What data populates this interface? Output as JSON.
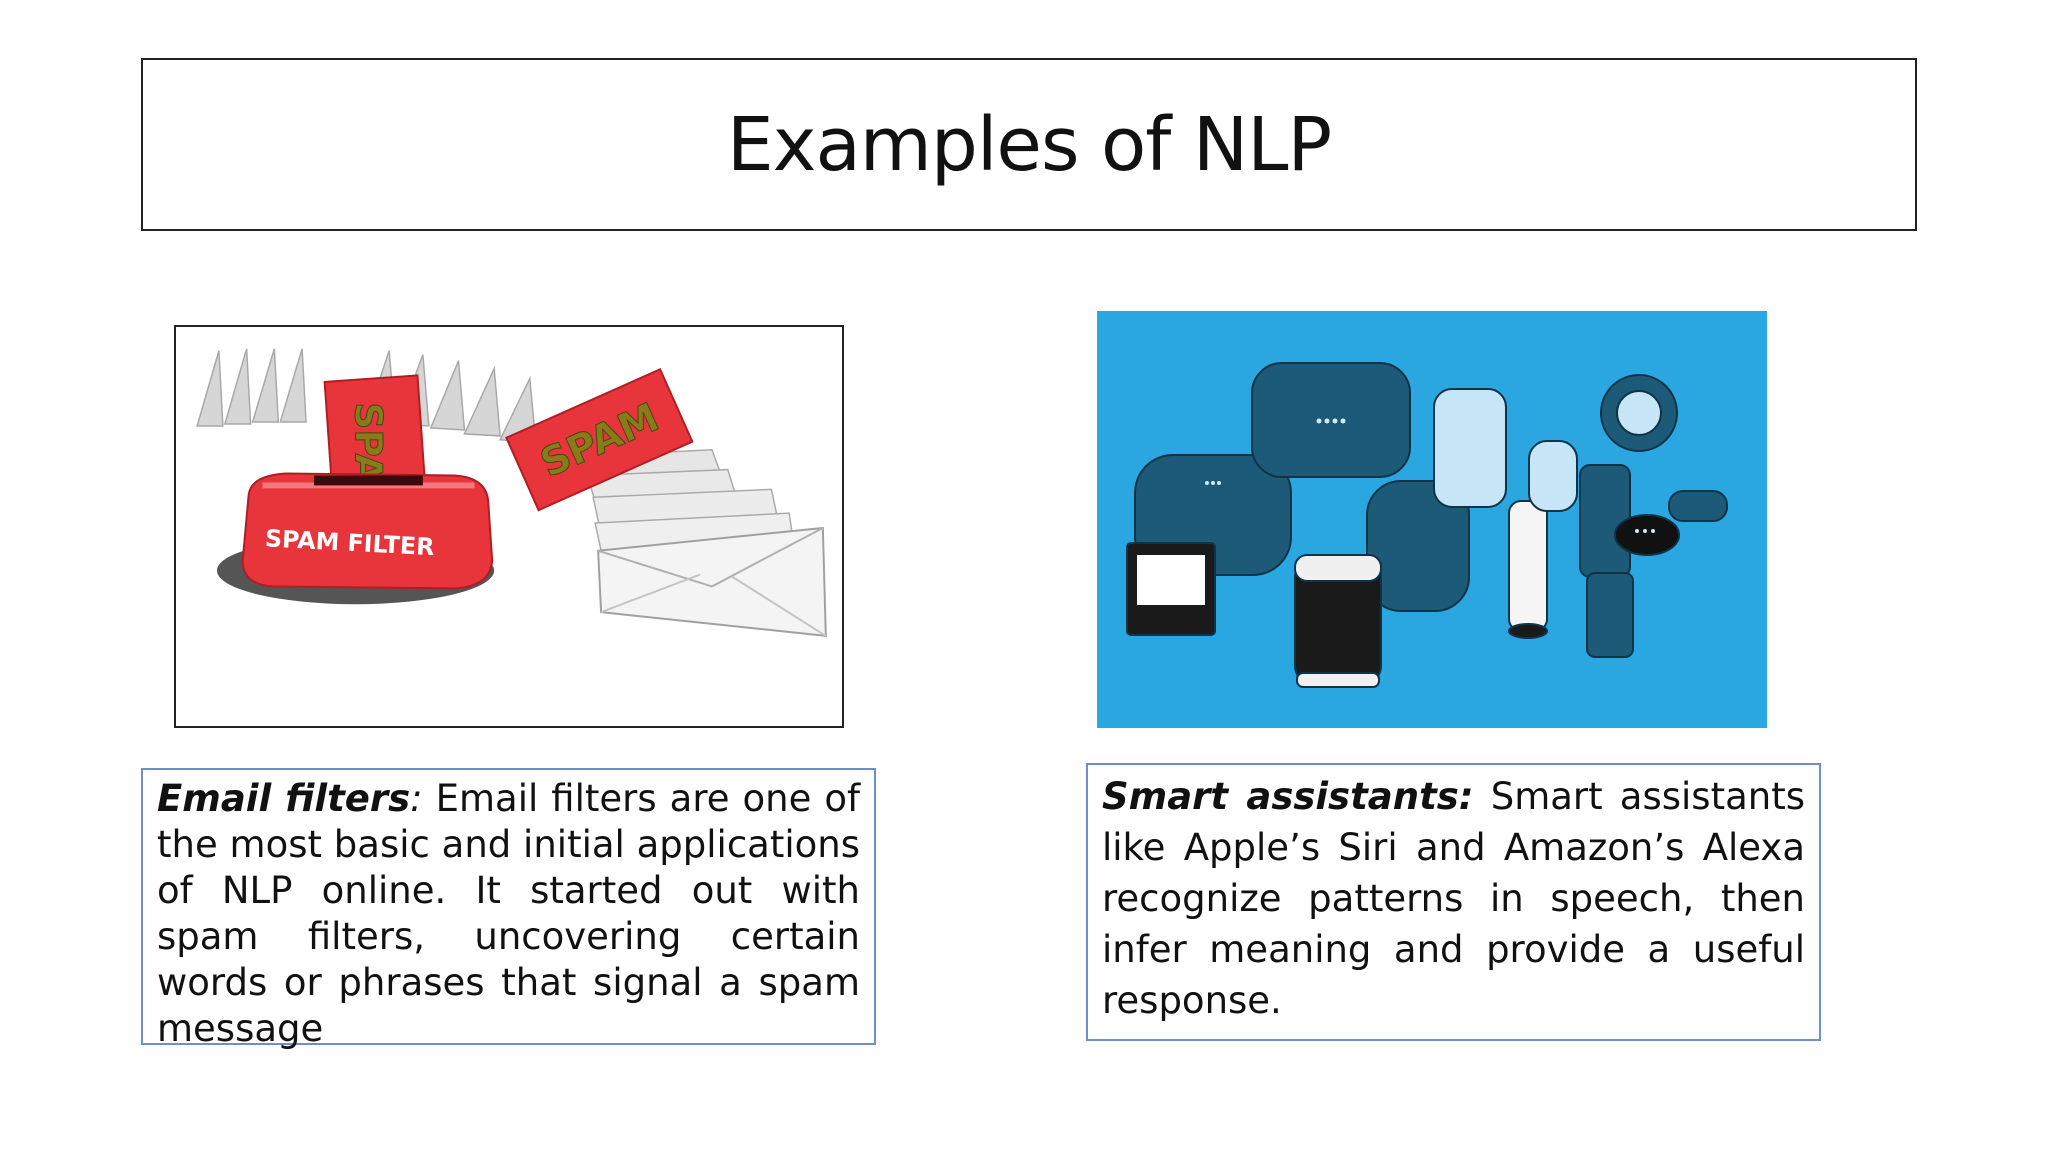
{
  "slide": {
    "title": "Examples of NLP"
  },
  "left_panel": {
    "image": {
      "icon": "spam-filter-illustration",
      "filter_box_label": "SPAM FILTER",
      "card_label_1": "SPA",
      "card_label_2": "SPAM"
    },
    "caption": {
      "lead": "Email filters",
      "separator": ":",
      "body": " Email filters are one of the most basic and initial applications of NLP online. It started out with spam filters, uncovering certain words or phrases that signal a spam message"
    }
  },
  "right_panel": {
    "image": {
      "icon": "smart-speakers-illustration",
      "background_color": "#2aa6e0"
    },
    "caption": {
      "lead": "Smart assistants:",
      "body": " Smart assistants like Apple’s Siri and Amazon’s Alexa recognize patterns in speech, then infer meaning and provide a useful response."
    }
  },
  "colors": {
    "caption_border": "#6e8fc9",
    "spam_red": "#e8343b",
    "speaker_navy": "#1d5a78"
  }
}
